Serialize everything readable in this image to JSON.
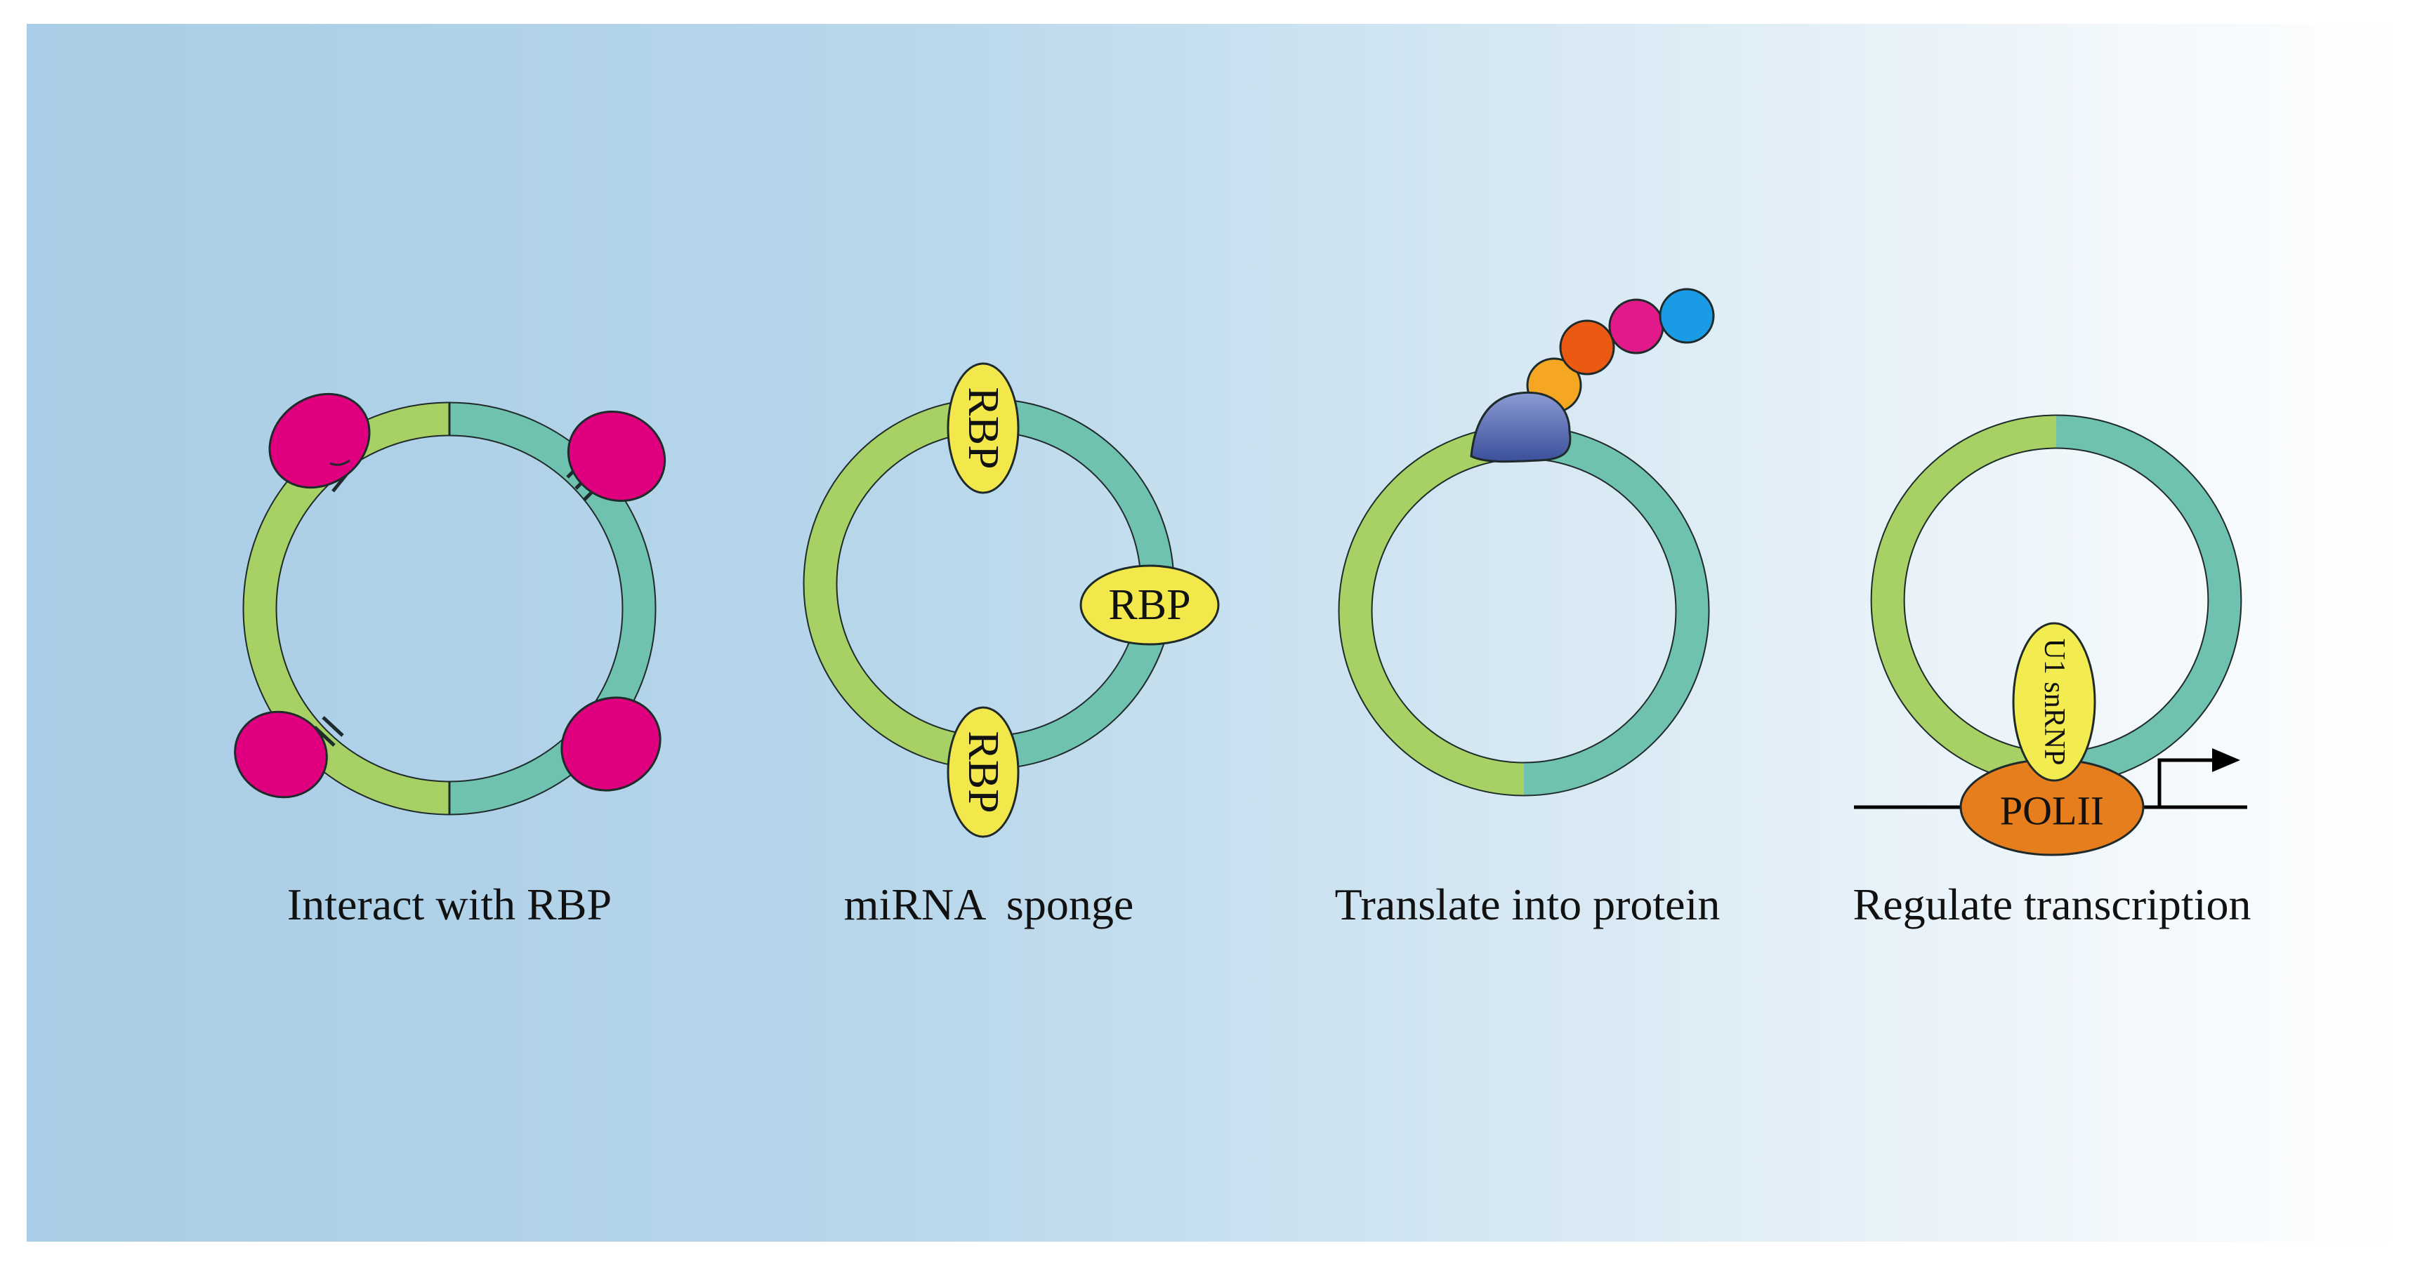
{
  "panels": [
    {
      "caption": "Interact with RBP",
      "labels": []
    },
    {
      "caption": "miRNA  sponge",
      "labels": [
        "RBP",
        "RBP",
        "RBP"
      ]
    },
    {
      "caption": "Translate into protein",
      "labels": []
    },
    {
      "caption": "Regulate transcription",
      "labels": [
        "U1 snRNP",
        "POLII"
      ]
    }
  ],
  "colors": {
    "background_left": "#a9cde6",
    "background_right": "#ffffff",
    "ring_light_green": "#a7d065",
    "ring_teal": "#6fc2b0",
    "outline": "#1f2a2a",
    "rbp_magenta": "#e0007f",
    "rbp_yellow": "#f2e84b",
    "ribosome": "#4d60a8",
    "amino_acids": [
      "#f5a623",
      "#eb5a12",
      "#e1198a",
      "#1a9be6"
    ],
    "polii_orange": "#e67e1e",
    "u1_yellow": "#f2ec50",
    "dna_line": "#000000"
  },
  "icons": [
    "rna-binding-protein-icon",
    "ribosome-icon",
    "amino-acid-bead-icon",
    "transcription-start-arrow-icon"
  ]
}
